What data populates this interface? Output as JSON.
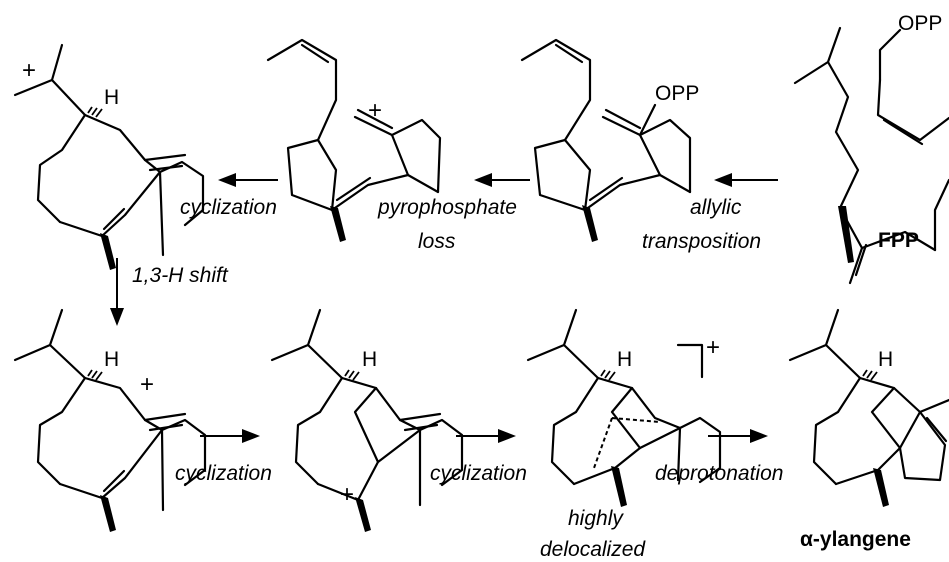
{
  "atoms": {
    "h": "H",
    "opp": "OPP",
    "plus": "+"
  },
  "labels": {
    "cyclization": "cyclization",
    "pyrophosphate_1": "pyrophosphate",
    "pyrophosphate_2": "loss",
    "allylic_1": "allylic",
    "allylic_2": "transposition",
    "shift": "1,3-H shift",
    "deprotonation": "deprotonation",
    "highly_1": "highly",
    "highly_2": "delocalized"
  },
  "names": {
    "fpp": "FPP",
    "ylangene": "α-ylangene"
  }
}
